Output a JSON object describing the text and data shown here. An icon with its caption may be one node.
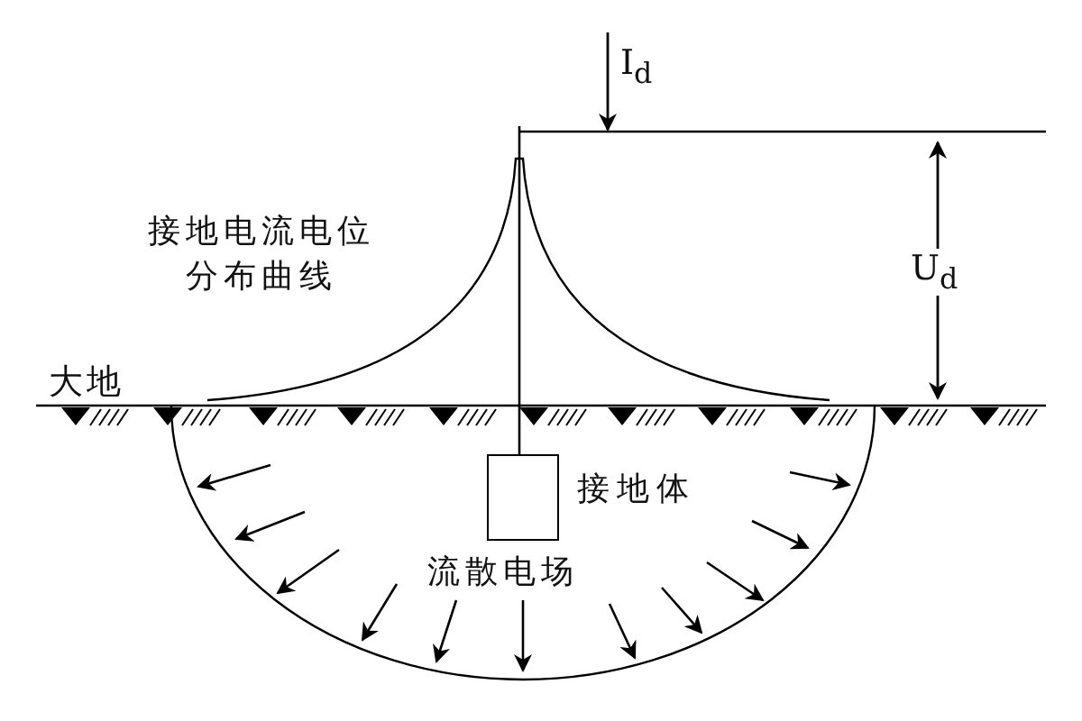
{
  "diagram": {
    "nodes": [
      {
        "text": [],
        "shape": "box",
        "beside": [
          "接地体"
        ]
      }
    ],
    "labels": [
      "I$_{d}$",
      "U$_{d}$",
      "接地电流电位分布曲线",
      "大地",
      "流散电场"
    ]
  }
}
